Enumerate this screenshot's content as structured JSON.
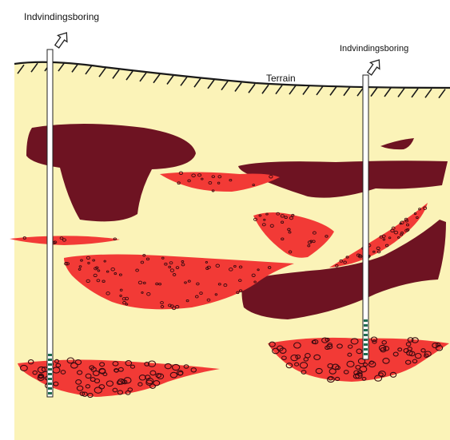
{
  "labels": {
    "well_left": "Indvindingsboring",
    "well_right": "Indvindingsboring",
    "terrain": "Terrain"
  },
  "colors": {
    "background": "#ffffff",
    "soil": "#fbf3b8",
    "clay": "#6e1322",
    "sand": "#f23a36",
    "pebble_outline": "#3a0a10",
    "ground_line": "#1a1a1a",
    "pipe_fill": "#ffffff",
    "pipe_outline": "#222222",
    "screen": "#1f6b4f"
  },
  "icons": [
    "arrow-up-icon",
    "arrow-up-icon"
  ]
}
